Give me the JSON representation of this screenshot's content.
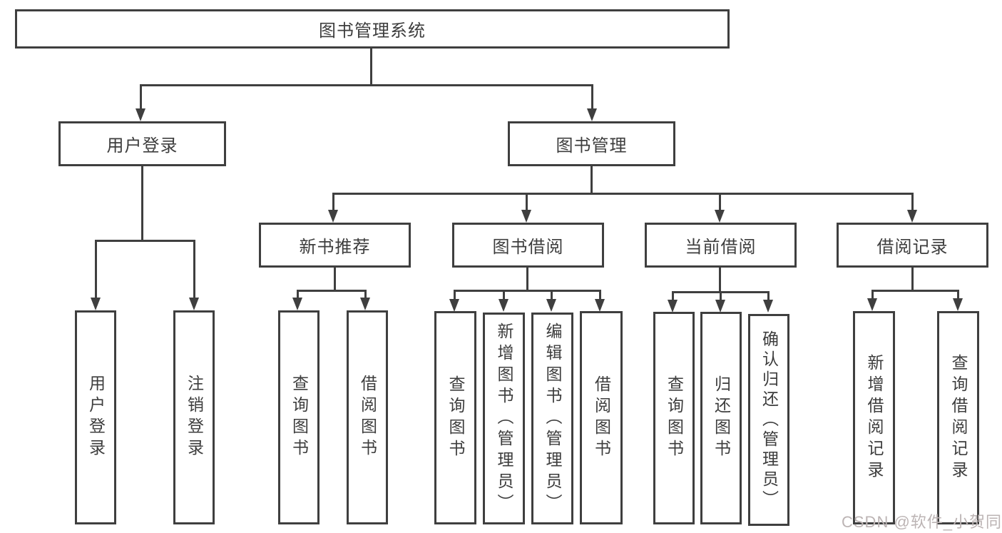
{
  "diagram": {
    "root": {
      "label": "图书管理系统"
    },
    "user_login": {
      "label": "用户登录",
      "children": {
        "login": {
          "label": "用户登录"
        },
        "logout": {
          "label": "注销登录"
        }
      }
    },
    "book_mgmt": {
      "label": "图书管理",
      "children": {
        "new_rec": {
          "label": "新书推荐",
          "children": {
            "query": {
              "label": "查询图书"
            },
            "borrow": {
              "label": "借阅图书"
            }
          }
        },
        "book_borrow": {
          "label": "图书借阅",
          "children": {
            "query": {
              "label": "查询图书"
            },
            "add": {
              "label": "新增图书（管理员）"
            },
            "edit": {
              "label": "编辑图书（管理员）"
            },
            "borrow": {
              "label": "借阅图书"
            }
          }
        },
        "current_borrow": {
          "label": "当前借阅",
          "children": {
            "query": {
              "label": "查询图书"
            },
            "return": {
              "label": "归还图书"
            },
            "confirm": {
              "label": "确认归还（管理员）"
            }
          }
        },
        "records": {
          "label": "借阅记录",
          "children": {
            "add": {
              "label": "新增借阅记录"
            },
            "query": {
              "label": "查询借阅记录"
            }
          }
        }
      }
    }
  },
  "watermark": {
    "text": "CSDN @软件_小贺同学"
  },
  "colors": {
    "line": "#3f3f3f",
    "text": "#3d3d3d",
    "watermark": "#bcb4b4",
    "background": "#ffffff"
  }
}
